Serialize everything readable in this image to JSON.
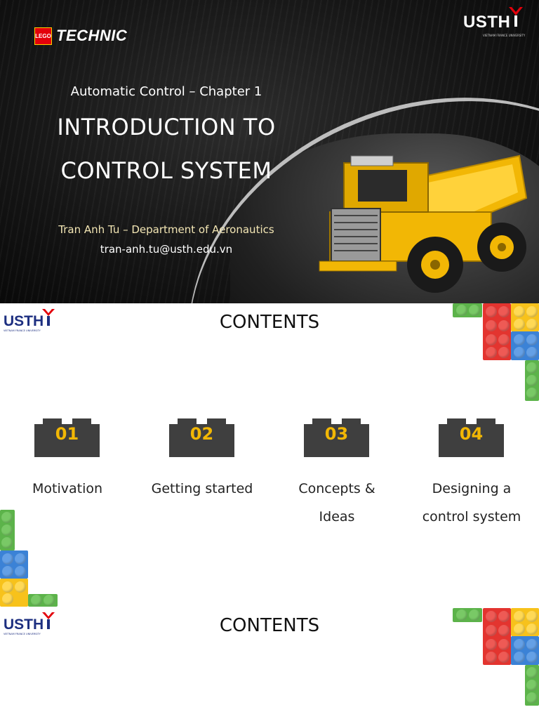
{
  "slide1": {
    "brand_lego": "LEGO",
    "brand_technic": "TECHNIC",
    "university_logo": "USTH",
    "university_sub": "VIETNAM FRANCE UNIVERSITY",
    "subtitle": "Automatic Control – Chapter 1",
    "title_line1": "INTRODUCTION TO",
    "title_line2": "CONTROL SYSTEM",
    "author": "Tran Anh Tu – Department of Aeronautics",
    "email": "tran-anh.tu@usth.edu.vn"
  },
  "slide2": {
    "university_logo": "USTH",
    "university_sub": "VIETNAM FRANCE UNIVERSITY",
    "title": "CONTENTS",
    "items": [
      {
        "number": "01",
        "label_line1": "Motivation",
        "label_line2": ""
      },
      {
        "number": "02",
        "label_line1": "Getting started",
        "label_line2": ""
      },
      {
        "number": "03",
        "label_line1": "Concepts &",
        "label_line2": "Ideas"
      },
      {
        "number": "04",
        "label_line1": "Designing a",
        "label_line2": "control system"
      }
    ]
  },
  "slide3": {
    "university_logo": "USTH",
    "university_sub": "VIETNAM FRANCE UNIVERSITY",
    "title": "CONTENTS"
  },
  "colors": {
    "lego_red": "#e3342f",
    "lego_yellow": "#f7c21b",
    "lego_blue": "#3b82d6",
    "lego_green": "#5cb34a",
    "number_block": "#3f3f3f",
    "number_text": "#f2b705",
    "usth_blue": "#1d2f80"
  }
}
